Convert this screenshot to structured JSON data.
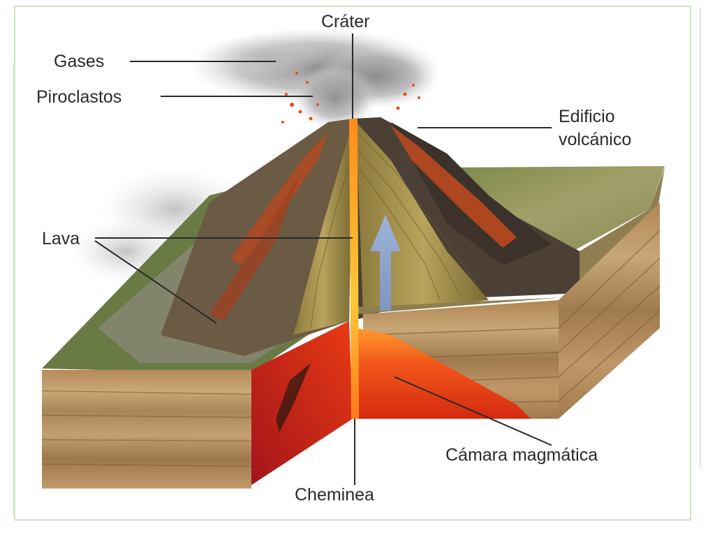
{
  "labels": {
    "crater": "Cráter",
    "gases": "Gases",
    "piroclastos": "Piroclastos",
    "edificio_line1": "Edificio",
    "edificio_line2": "volcánico",
    "lava": "Lava",
    "camara": "Cámara magmática",
    "cheminea": "Cheminea"
  }
}
